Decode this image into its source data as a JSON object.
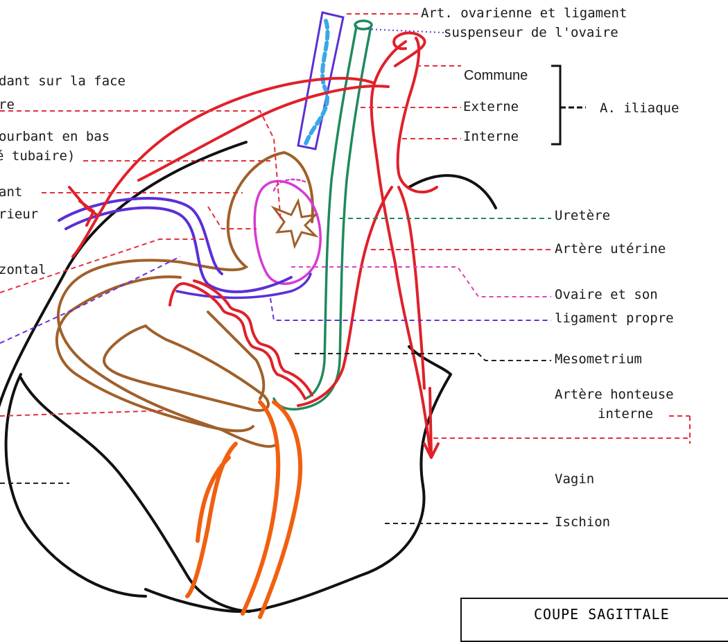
{
  "labels": {
    "ovarian_artery_line1": "Art. ovarienne et ligament",
    "ovarian_artery_line2": "suspenseur de l'ovaire",
    "iliac_common": "Commune",
    "iliac_external": "Externe",
    "iliac_internal": "Interne",
    "iliac_group": "A. iliaque",
    "ureter": "Uretère",
    "uterine_artery": "Artère utérine",
    "ovary_line1": "Ovaire et son",
    "ovary_line2": "ligament propre",
    "mesometrium": "Mesometrium",
    "pudendal_line1": "Artère honteuse",
    "pudendal_line2": "interne",
    "vagina": "Vagin",
    "ischium": "Ischion",
    "left_1a": "dant sur la face",
    "left_1b": "re",
    "left_2a": "ourbant en bas",
    "left_2b": "é tubaire)",
    "left_3a": "ant",
    "left_3b": "rieur",
    "left_4": "zontal",
    "box_title": "COUPE SAGITTALE"
  },
  "colors": {
    "artery": "#e0202a",
    "ovarian_vein": "#5b2fd6",
    "ligament_blue": "#3aa8e8",
    "ureter": "#1f8a5c",
    "uterus_outline": "#a0602a",
    "ovary": "#d63ad6",
    "pelvis_outline": "#111111",
    "vagina_orange": "#f06010",
    "dashed_red": "#e0303a",
    "dashed_purple": "#6a2fd6",
    "dashed_green": "#1f8a5c",
    "dashed_black": "#222222",
    "dashed_magenta": "#e040c0"
  }
}
